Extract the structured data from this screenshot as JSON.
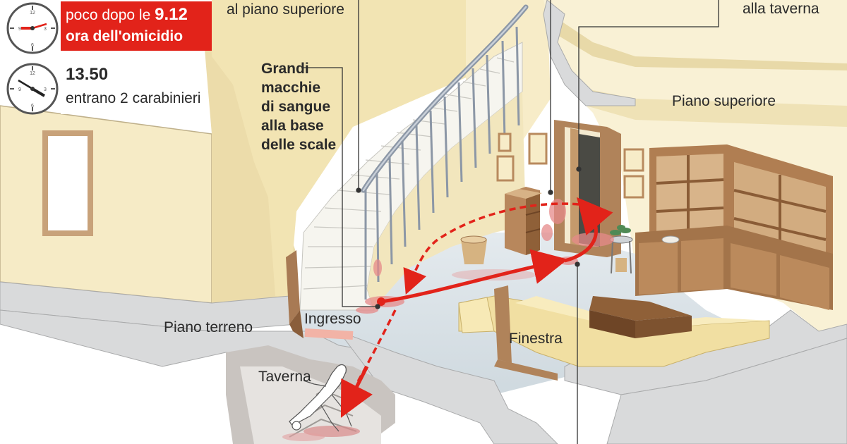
{
  "timeline": {
    "event1_prefix": "poco dopo le ",
    "event1_time": "9.12",
    "event1_desc": "ora dell'omicidio",
    "event2_time": "13.50",
    "event2_desc": "entrano 2 carabinieri"
  },
  "labels": {
    "top_stairs": "al piano superiore",
    "top_taverna": "alla taverna",
    "blood_line1": "Grandi",
    "blood_line2": "macchie",
    "blood_line3": "di sangue",
    "blood_line4": "alla base",
    "blood_line5": "delle scale",
    "upper_floor": "Piano superiore",
    "ground_floor": "Piano terreno",
    "entrance": "Ingresso",
    "window": "Finestra",
    "tavern": "Taverna"
  },
  "colors": {
    "accent_red": "#e2231a",
    "wall_cream": "#f7ecc8",
    "wall_shade": "#e9d9a6",
    "floor": "#dce4e8",
    "wood": "#9a6b44",
    "wood_dark": "#6e4526",
    "stair": "#f5f4ee",
    "rail": "#8c97a6"
  },
  "icons": {
    "clock1": "clock-icon",
    "clock2": "clock-icon",
    "victim": "victim-figure"
  }
}
